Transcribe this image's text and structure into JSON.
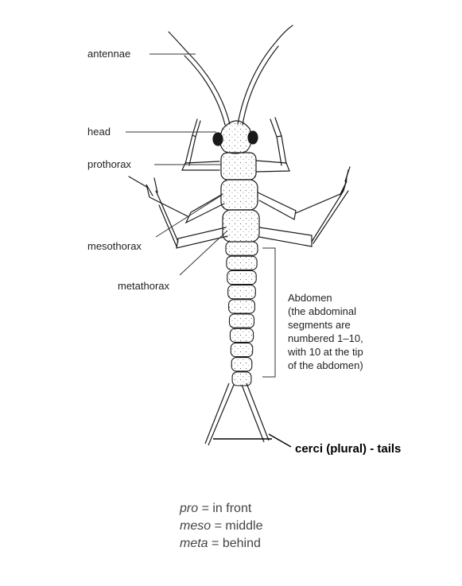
{
  "labels": {
    "antennae": "antennae",
    "head": "head",
    "prothorax": "prothorax",
    "mesothorax": "mesothorax",
    "metathorax": "metathorax"
  },
  "abdomen_note": {
    "line1": "Abdomen",
    "line2": "(the abdominal",
    "line3": "segments are",
    "line4": "numbered 1–10,",
    "line5": "with 10 at the tip",
    "line6": "of the abdomen)"
  },
  "cerci_label": "cerci (plural) - tails",
  "legend": [
    {
      "prefix": "pro",
      "meaning": "= in front"
    },
    {
      "prefix": "meso",
      "meaning": "= middle"
    },
    {
      "prefix": "meta",
      "meaning": "= behind"
    }
  ],
  "colors": {
    "ink": "#1a1a1a",
    "stipple": "#555555",
    "legend_text": "#444444"
  }
}
